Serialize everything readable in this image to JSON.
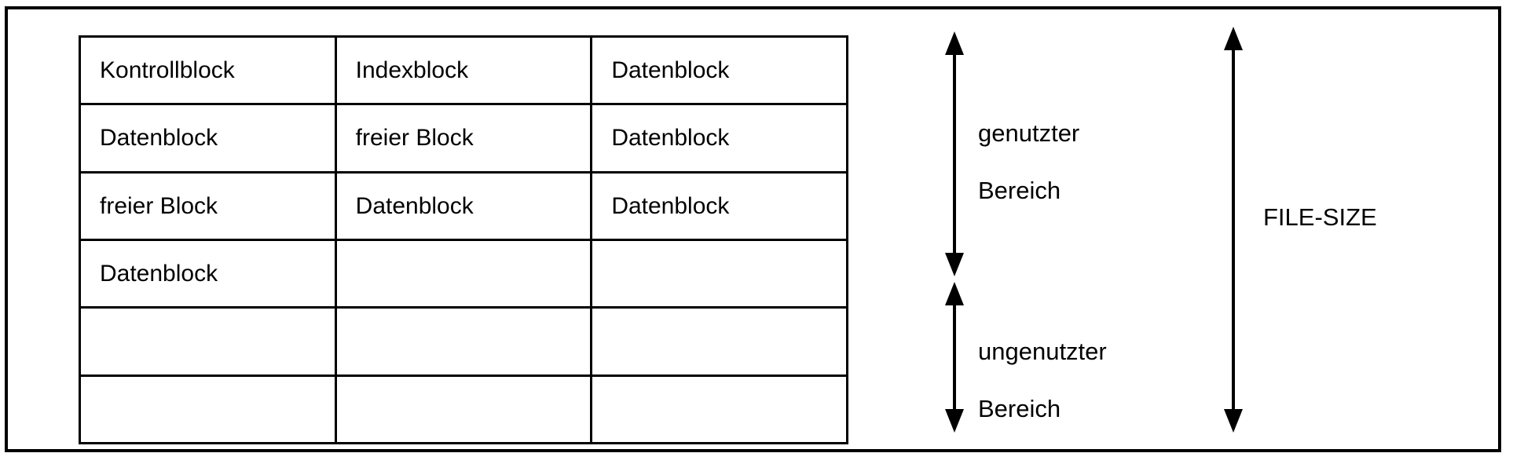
{
  "diagram": {
    "title_text": "",
    "colors": {
      "line": "#000000",
      "background": "#ffffff",
      "text": "#000000"
    },
    "block_table": {
      "columns": 3,
      "rows": 6,
      "cells": [
        [
          "Kontrollblock",
          "Indexblock",
          "Datenblock"
        ],
        [
          "Datenblock",
          "freier Block",
          "Datenblock"
        ],
        [
          "freier Block",
          "Datenblock",
          "Datenblock"
        ],
        [
          "Datenblock",
          "",
          ""
        ],
        [
          "",
          "",
          ""
        ],
        [
          "",
          "",
          ""
        ]
      ]
    },
    "measures": [
      {
        "id": "used-area",
        "label_line1": "genutzter",
        "label_line2": "Bereich",
        "label": "genutzter Bereich",
        "arrow_style": "double-headed-vertical"
      },
      {
        "id": "unused-area",
        "label_line1": "ungenutzter",
        "label_line2": "Bereich",
        "label": "ungenutzter Bereich",
        "arrow_style": "double-headed-vertical"
      },
      {
        "id": "file-size",
        "label_line1": "FILE-SIZE",
        "label_line2": "",
        "label": "FILE-SIZE",
        "arrow_style": "double-headed-vertical"
      }
    ]
  }
}
